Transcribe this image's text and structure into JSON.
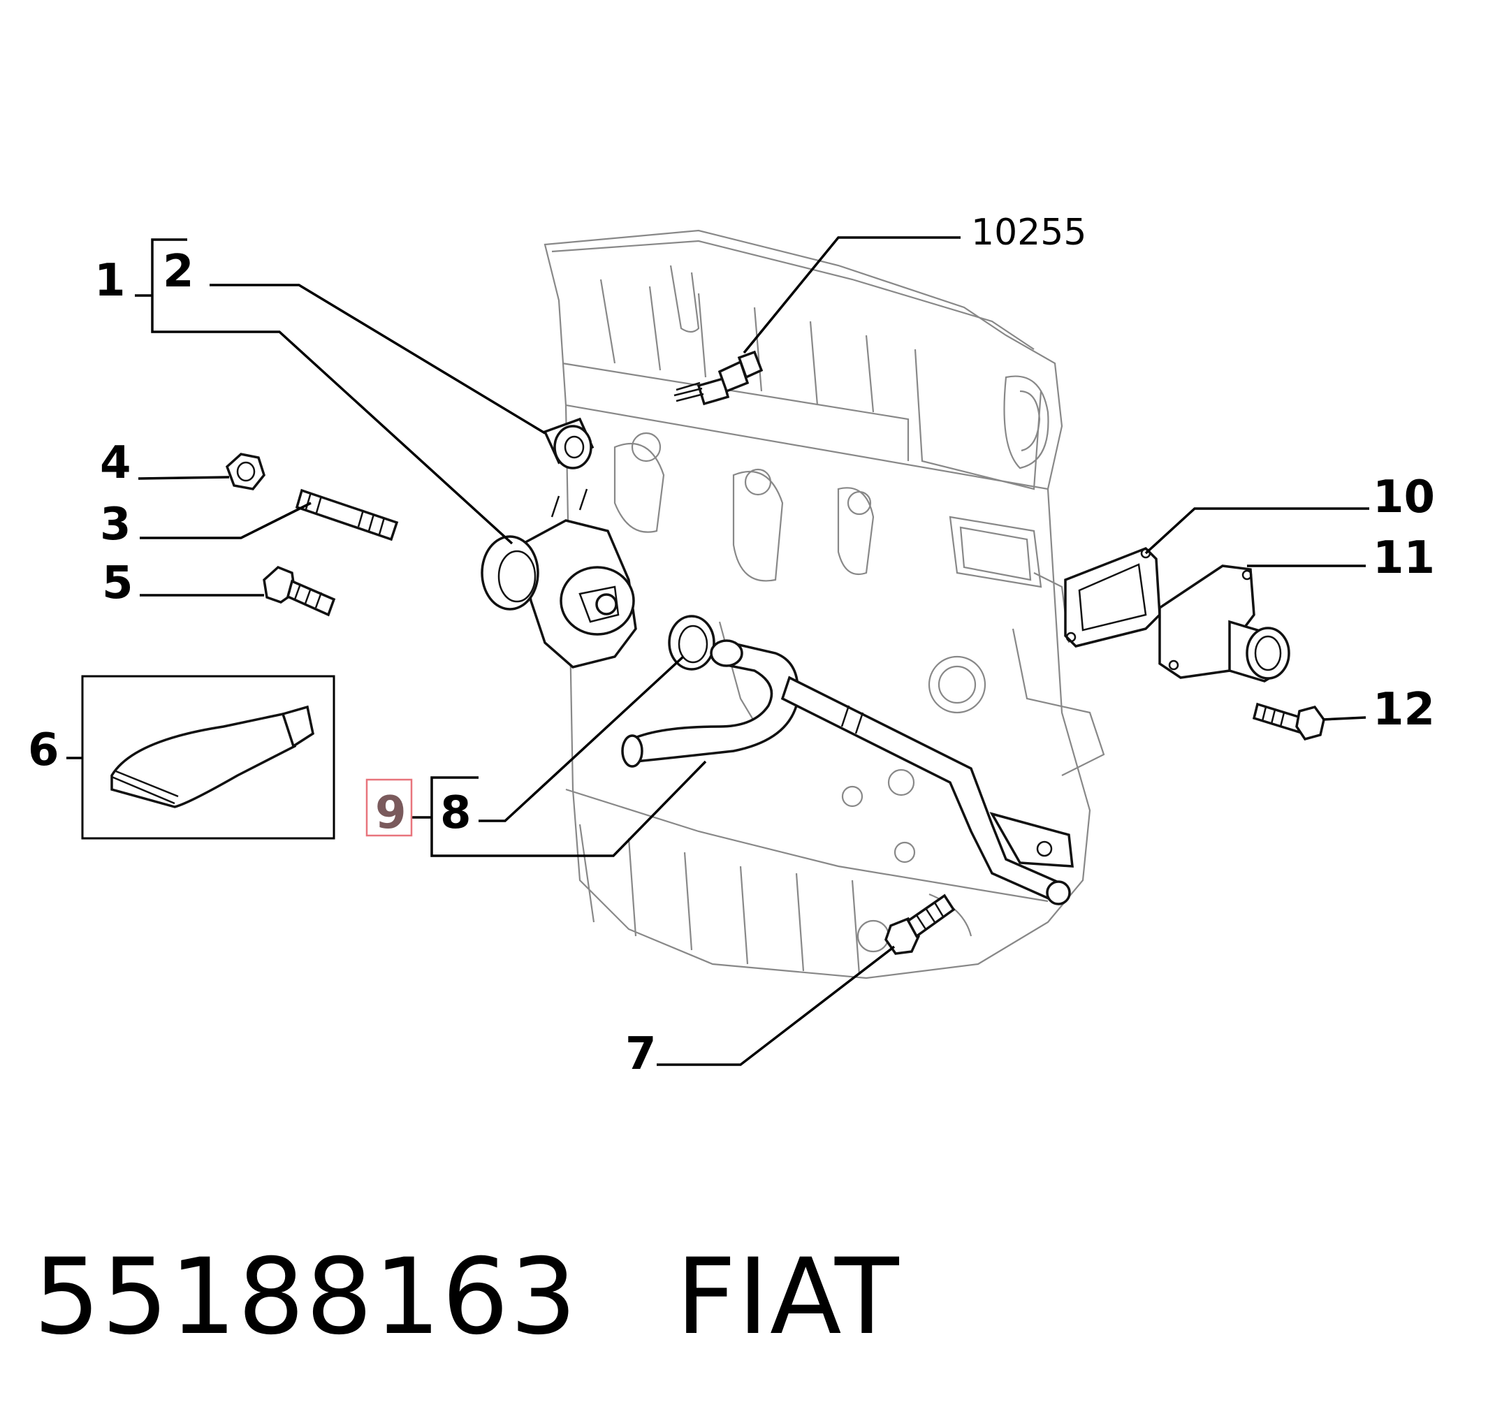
{
  "diagram": {
    "callouts": [
      {
        "id": "1",
        "label": "1"
      },
      {
        "id": "2",
        "label": "2"
      },
      {
        "id": "3",
        "label": "3"
      },
      {
        "id": "4",
        "label": "4"
      },
      {
        "id": "5",
        "label": "5"
      },
      {
        "id": "6",
        "label": "6"
      },
      {
        "id": "7",
        "label": "7"
      },
      {
        "id": "8",
        "label": "8"
      },
      {
        "id": "9",
        "label": "9",
        "highlighted": true
      },
      {
        "id": "10",
        "label": "10"
      },
      {
        "id": "11",
        "label": "11"
      },
      {
        "id": "12",
        "label": "12"
      },
      {
        "id": "10255",
        "label": "10255"
      }
    ],
    "highlight_color": "#e8747c",
    "highlight_text_color": "#7a5a5c"
  },
  "footer": {
    "part_number": "55188163",
    "brand": "FIAT"
  }
}
